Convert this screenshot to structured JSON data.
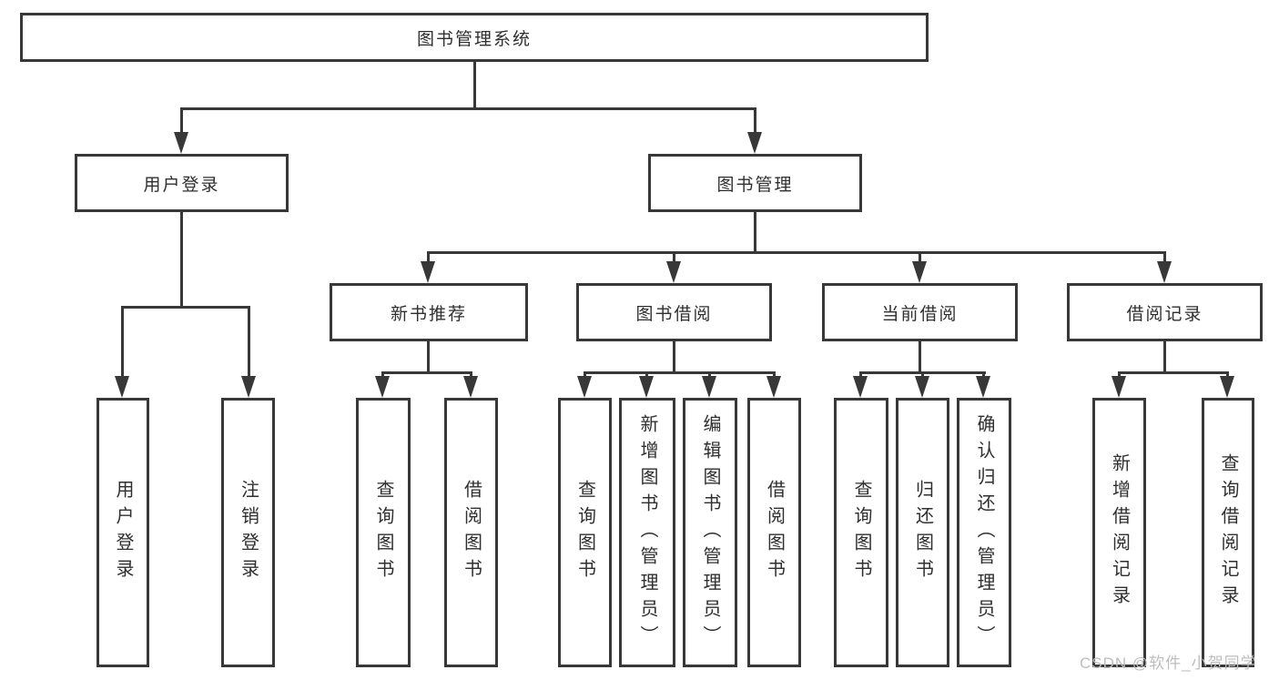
{
  "colors": {
    "line": "#383838",
    "text": "#2f2f2f",
    "background": "#ffffff",
    "watermark": "#bdbdbd"
  },
  "watermark": {
    "text": "CSDN @软件_小贺同学"
  },
  "nodes": {
    "root": {
      "label": "图书管理系统"
    },
    "login": {
      "label": "用户登录"
    },
    "mgmt": {
      "label": "图书管理"
    },
    "rec": {
      "label": "新书推荐"
    },
    "borrow": {
      "label": "图书借阅"
    },
    "current": {
      "label": "当前借阅"
    },
    "records": {
      "label": "借阅记录"
    },
    "login_user": {
      "label": "用户登录"
    },
    "login_logout": {
      "label": "注销登录"
    },
    "rec_query": {
      "label": "查询图书"
    },
    "rec_borrow": {
      "label": "借阅图书"
    },
    "borrow_query": {
      "label": "查询图书"
    },
    "borrow_add": {
      "label": "新增图书（管理员）"
    },
    "borrow_edit": {
      "label": "编辑图书（管理员）"
    },
    "borrow_borrow": {
      "label": "借阅图书"
    },
    "current_query": {
      "label": "查询图书"
    },
    "current_return": {
      "label": "归还图书"
    },
    "current_confirm": {
      "label": "确认归还（管理员）"
    },
    "records_add": {
      "label": "新增借阅记录"
    },
    "records_query": {
      "label": "查询借阅记录"
    }
  },
  "structure": {
    "root": "图书管理系统",
    "children": [
      {
        "label": "用户登录",
        "children": [
          "用户登录",
          "注销登录"
        ]
      },
      {
        "label": "图书管理",
        "children": [
          {
            "label": "新书推荐",
            "children": [
              "查询图书",
              "借阅图书"
            ]
          },
          {
            "label": "图书借阅",
            "children": [
              "查询图书",
              "新增图书（管理员）",
              "编辑图书（管理员）",
              "借阅图书"
            ]
          },
          {
            "label": "当前借阅",
            "children": [
              "查询图书",
              "归还图书",
              "确认归还（管理员）"
            ]
          },
          {
            "label": "借阅记录",
            "children": [
              "新增借阅记录",
              "查询借阅记录"
            ]
          }
        ]
      }
    ]
  }
}
